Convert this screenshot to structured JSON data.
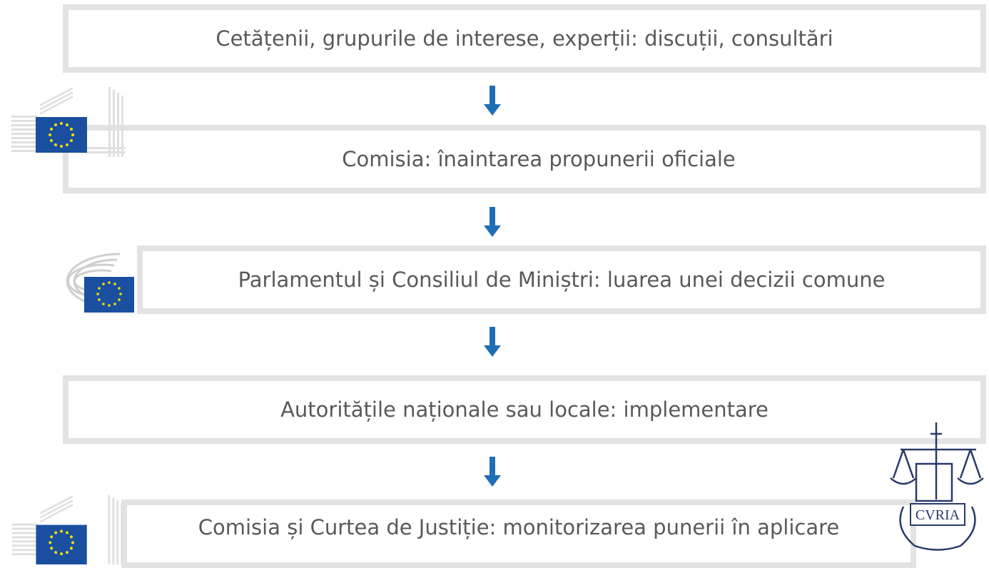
{
  "steps": [
    {
      "label": "Cetățenii, grupurile de interese, experții: discuții, consultări"
    },
    {
      "label": "Comisia: înaintarea propunerii oficiale"
    },
    {
      "label": "Parlamentul și Consiliul de Miniștri: luarea unei decizii comune"
    },
    {
      "label": "Autoritățile naționale sau locale: implementare"
    },
    {
      "label": "Comisia și Curtea de Justiție: monitorizarea punerii în aplicare"
    }
  ],
  "logos": {
    "court_text": "CVRIA"
  },
  "colors": {
    "arrow": "#1f6fb5",
    "box_border": "#e3e3e3",
    "text": "#595959",
    "eu_blue": "#1a4fa0",
    "eu_star": "#ffdd00"
  }
}
